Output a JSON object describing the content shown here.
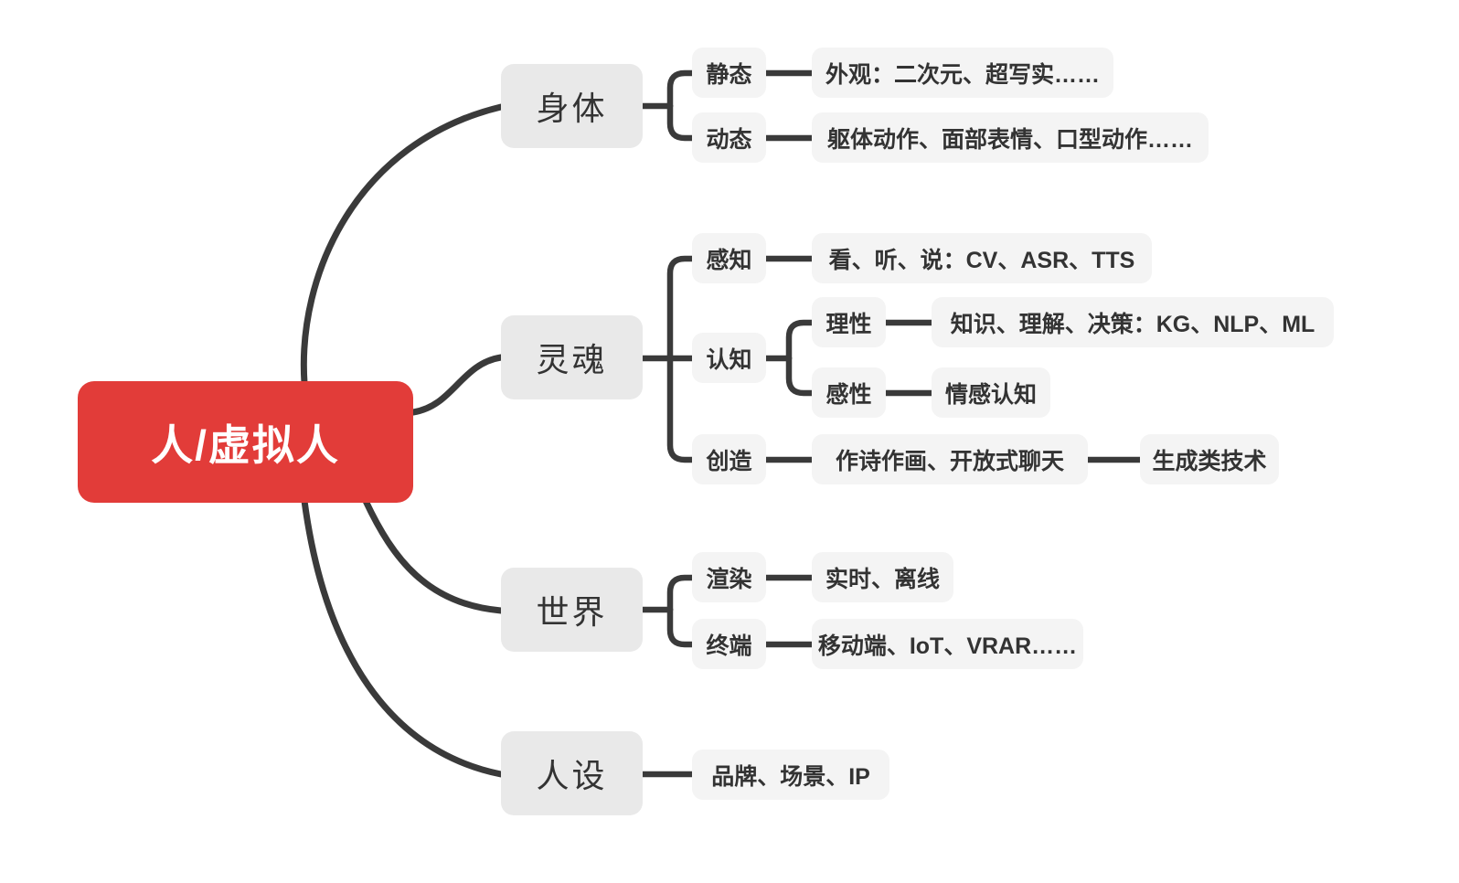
{
  "colors": {
    "root_accent": "#e23c39",
    "root_text": "#ffffff",
    "branch_node_bg": "#e9e9e9",
    "leaf_node_bg": "#f4f4f4",
    "node_text": "#333333",
    "connector_line": "#3a3a3a",
    "background": "#ffffff"
  },
  "mindmap": {
    "root": {
      "label": "人/虚拟人"
    },
    "branches": [
      {
        "label": "身体",
        "children": [
          {
            "label": "静态",
            "leaf": "外观：二次元、超写实……"
          },
          {
            "label": "动态",
            "leaf": "躯体动作、面部表情、口型动作……"
          }
        ]
      },
      {
        "label": "灵魂",
        "children": [
          {
            "label": "感知",
            "leaf": "看、听、说：CV、ASR、TTS"
          },
          {
            "label": "认知",
            "children": [
              {
                "label": "理性",
                "leaf": "知识、理解、决策：KG、NLP、ML"
              },
              {
                "label": "感性",
                "leaf": "情感认知"
              }
            ]
          },
          {
            "label": "创造",
            "leaf": "作诗作画、开放式聊天",
            "leaf2": "生成类技术"
          }
        ]
      },
      {
        "label": "世界",
        "children": [
          {
            "label": "渲染",
            "leaf": "实时、离线"
          },
          {
            "label": "终端",
            "leaf": "移动端、IoT、VRAR……"
          }
        ]
      },
      {
        "label": "人设",
        "leaf": "品牌、场景、IP"
      }
    ]
  }
}
